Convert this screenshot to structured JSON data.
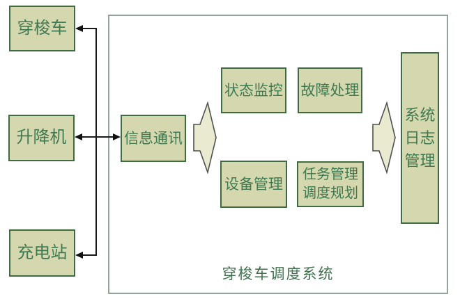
{
  "diagram": {
    "title": "穿梭车调度系统",
    "nodes": {
      "shuttle": "穿梭车",
      "lift": "升降机",
      "charge": "充电站",
      "comm": "信息通讯",
      "status": "状态监控",
      "fault": "故障处理",
      "device": "设备管理",
      "task": "任务管理\n调度规划",
      "log": "系统\n日志\n管理"
    },
    "icons": {
      "flow_arrow_1": "right-block-arrow",
      "flow_arrow_2": "right-block-arrow"
    },
    "colors": {
      "node_fill": "#d5d7ae",
      "node_border": "#3f6b41",
      "node_text": "#3f7a52",
      "boundary_border": "#92a496",
      "block_arrow_fill": "#e9eacf",
      "block_arrow_stroke": "#4f4f4f",
      "connector": "#1a1a1a",
      "background": "#ffffff"
    }
  }
}
